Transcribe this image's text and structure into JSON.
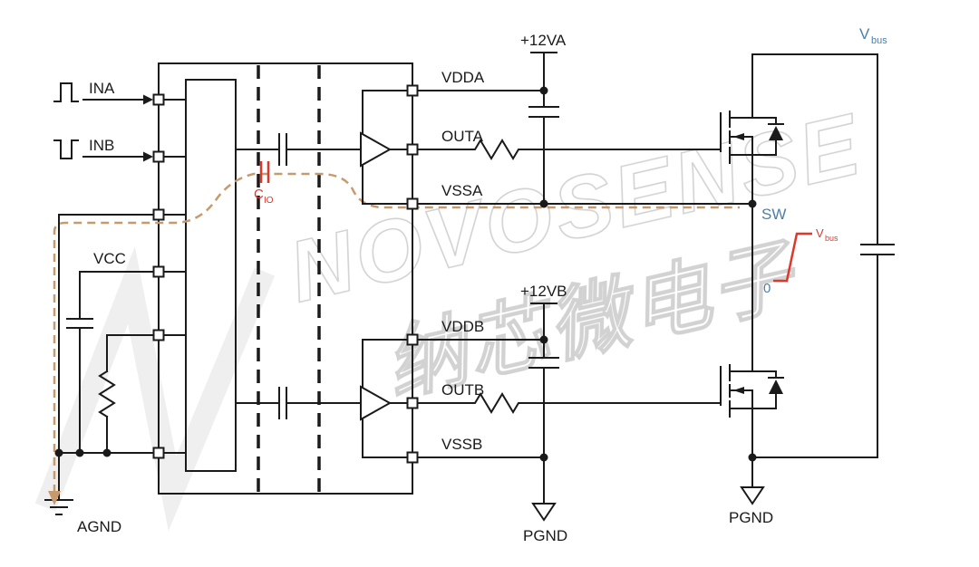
{
  "diagram": {
    "watermark": {
      "brand": "NOVOSENSE",
      "brand_cn": "纳芯微电子"
    },
    "labels": {
      "input_a": "INA",
      "input_b": "INB",
      "vcc": "VCC",
      "agnd": "AGND",
      "vdda": "VDDA",
      "outa": "OUTA",
      "vssa": "VSSA",
      "vddb": "VDDB",
      "outb": "OUTB",
      "vssb": "VSSB",
      "supply_a": "+12VA",
      "supply_b": "+12VB",
      "pgnd_mid": "PGND",
      "pgnd_right": "PGND",
      "sw": "SW",
      "zero": "0"
    },
    "subscripted": {
      "vbus": {
        "main": "V",
        "sub": "bus"
      },
      "vbus_sw": {
        "main": "V",
        "sub": "bus"
      },
      "cio": {
        "main": "C",
        "sub": "IO"
      }
    },
    "colors": {
      "line": "#1a1a1a",
      "return_path": "#c79a6e",
      "red": "#e0372b",
      "blue": "#4e7fa8",
      "watermark": "#b5b5b5",
      "background": "#ffffff"
    }
  }
}
